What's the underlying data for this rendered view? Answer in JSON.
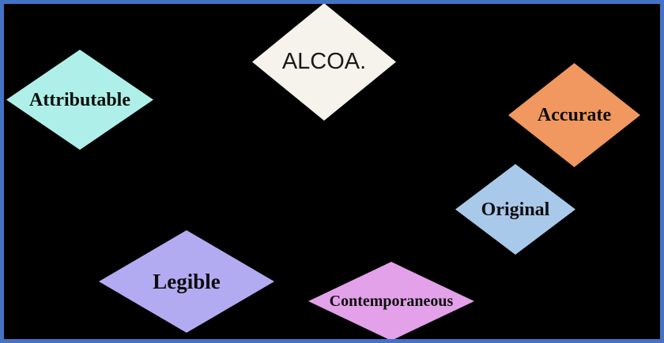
{
  "diagram": {
    "background_color": "#000000",
    "frame_color": "#4472c4",
    "nodes": [
      {
        "id": "alcoa",
        "label": "ALCOA.",
        "fill": "#f6f2ec"
      },
      {
        "id": "attributable",
        "label": "Attributable",
        "fill": "#aef0e9"
      },
      {
        "id": "accurate",
        "label": "Accurate",
        "fill": "#f09860"
      },
      {
        "id": "original",
        "label": "Original",
        "fill": "#a9c9ea"
      },
      {
        "id": "legible",
        "label": "Legible",
        "fill": "#b3abf2"
      },
      {
        "id": "contemporaneous",
        "label": "Contemporaneous",
        "fill": "#e2a1e8"
      }
    ]
  }
}
